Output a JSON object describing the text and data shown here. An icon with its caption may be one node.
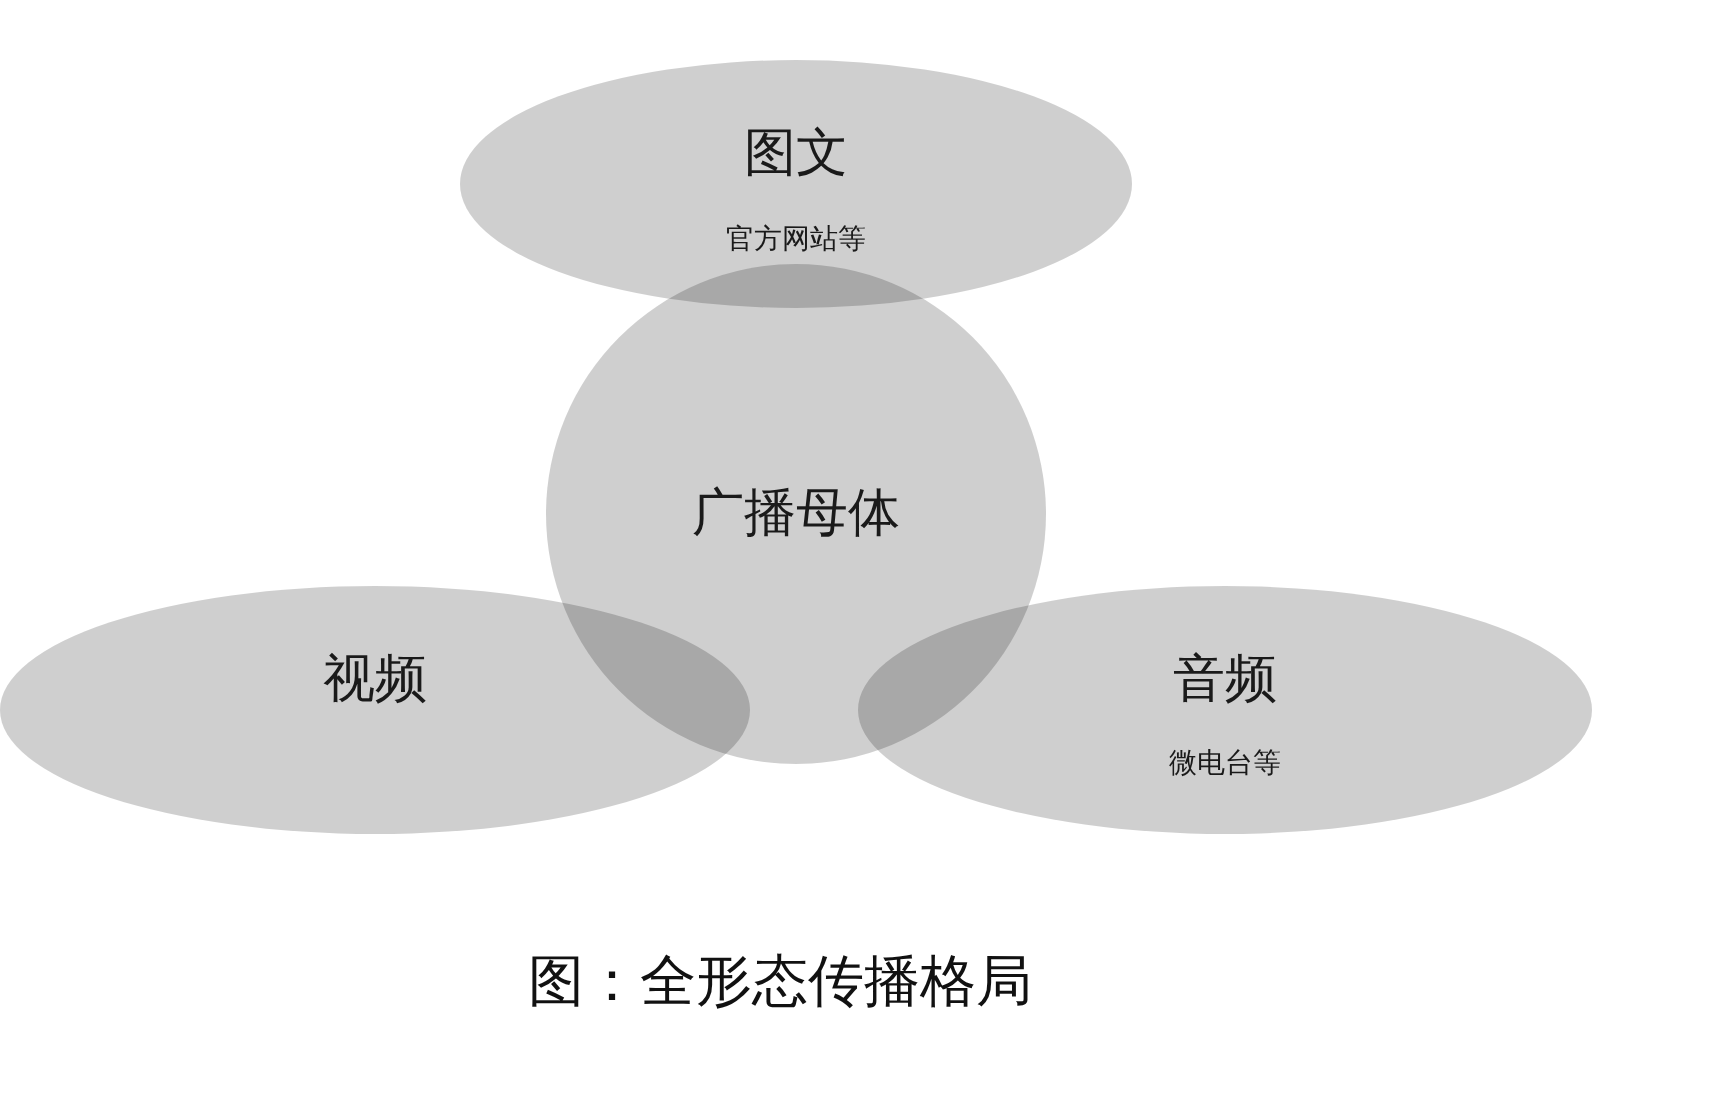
{
  "diagram": {
    "caption": "图：全形态传播格局",
    "nodes": [
      {
        "text": [
          "图文",
          "官方网站等"
        ]
      },
      {
        "text": [
          "广播母体"
        ]
      },
      {
        "text": [
          "视频"
        ]
      },
      {
        "text": [
          "音频",
          "微电台等"
        ]
      }
    ]
  }
}
